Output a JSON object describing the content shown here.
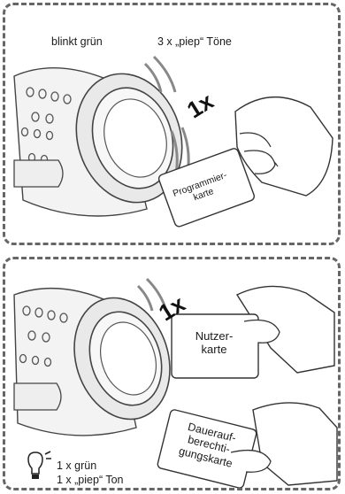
{
  "panel1": {
    "status_led": "blinkt grün",
    "status_beep": "3 x „piep“ Töne",
    "count": "1x",
    "card": "Programmier-\nkarte"
  },
  "panel2": {
    "count": "1x",
    "card_user": "Nutzer-\nkarte",
    "card_perm": "Dauerauf-\nberechti-\ngungskarte",
    "legend_led": "1 x grün",
    "legend_beep": "1 x „piep“ Ton"
  }
}
